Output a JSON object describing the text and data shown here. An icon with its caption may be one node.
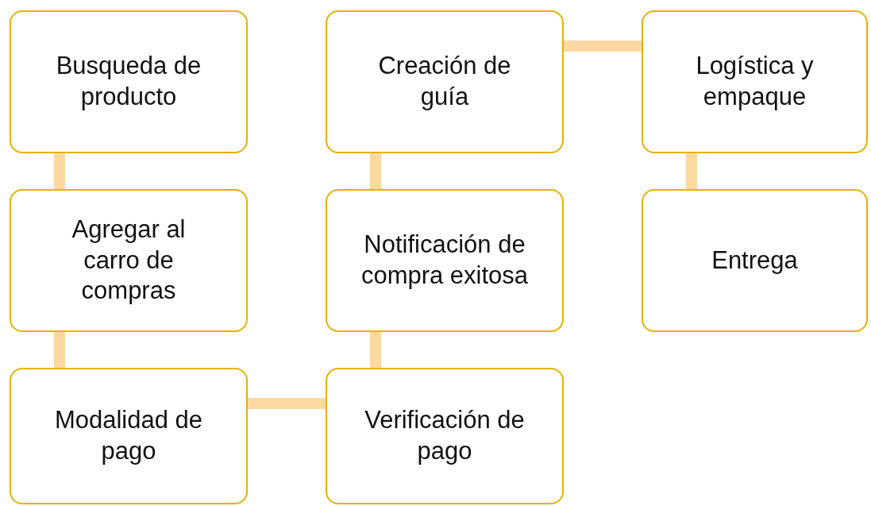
{
  "diagram": {
    "nodes": [
      {
        "text": [
          "Busqueda de producto"
        ]
      },
      {
        "text": [
          "Agregar al carro de compras"
        ]
      },
      {
        "text": [
          "Modalidad de pago"
        ]
      },
      {
        "text": [
          "Verificación de pago"
        ]
      },
      {
        "text": [
          "Notificación de compra exitosa"
        ]
      },
      {
        "text": [
          "Creación de guía"
        ]
      },
      {
        "text": [
          "Logística y empaque"
        ]
      },
      {
        "text": [
          "Entrega"
        ]
      }
    ],
    "edges": [
      {
        "from": 0,
        "to": 1,
        "arrow": "none"
      },
      {
        "from": 1,
        "to": 2,
        "arrow": "none"
      },
      {
        "from": 2,
        "to": 3,
        "arrow": "none"
      },
      {
        "from": 3,
        "to": 4,
        "arrow": "none"
      },
      {
        "from": 4,
        "to": 5,
        "arrow": "none"
      },
      {
        "from": 5,
        "to": 6,
        "arrow": "none"
      },
      {
        "from": 6,
        "to": 7,
        "arrow": "none"
      }
    ]
  }
}
